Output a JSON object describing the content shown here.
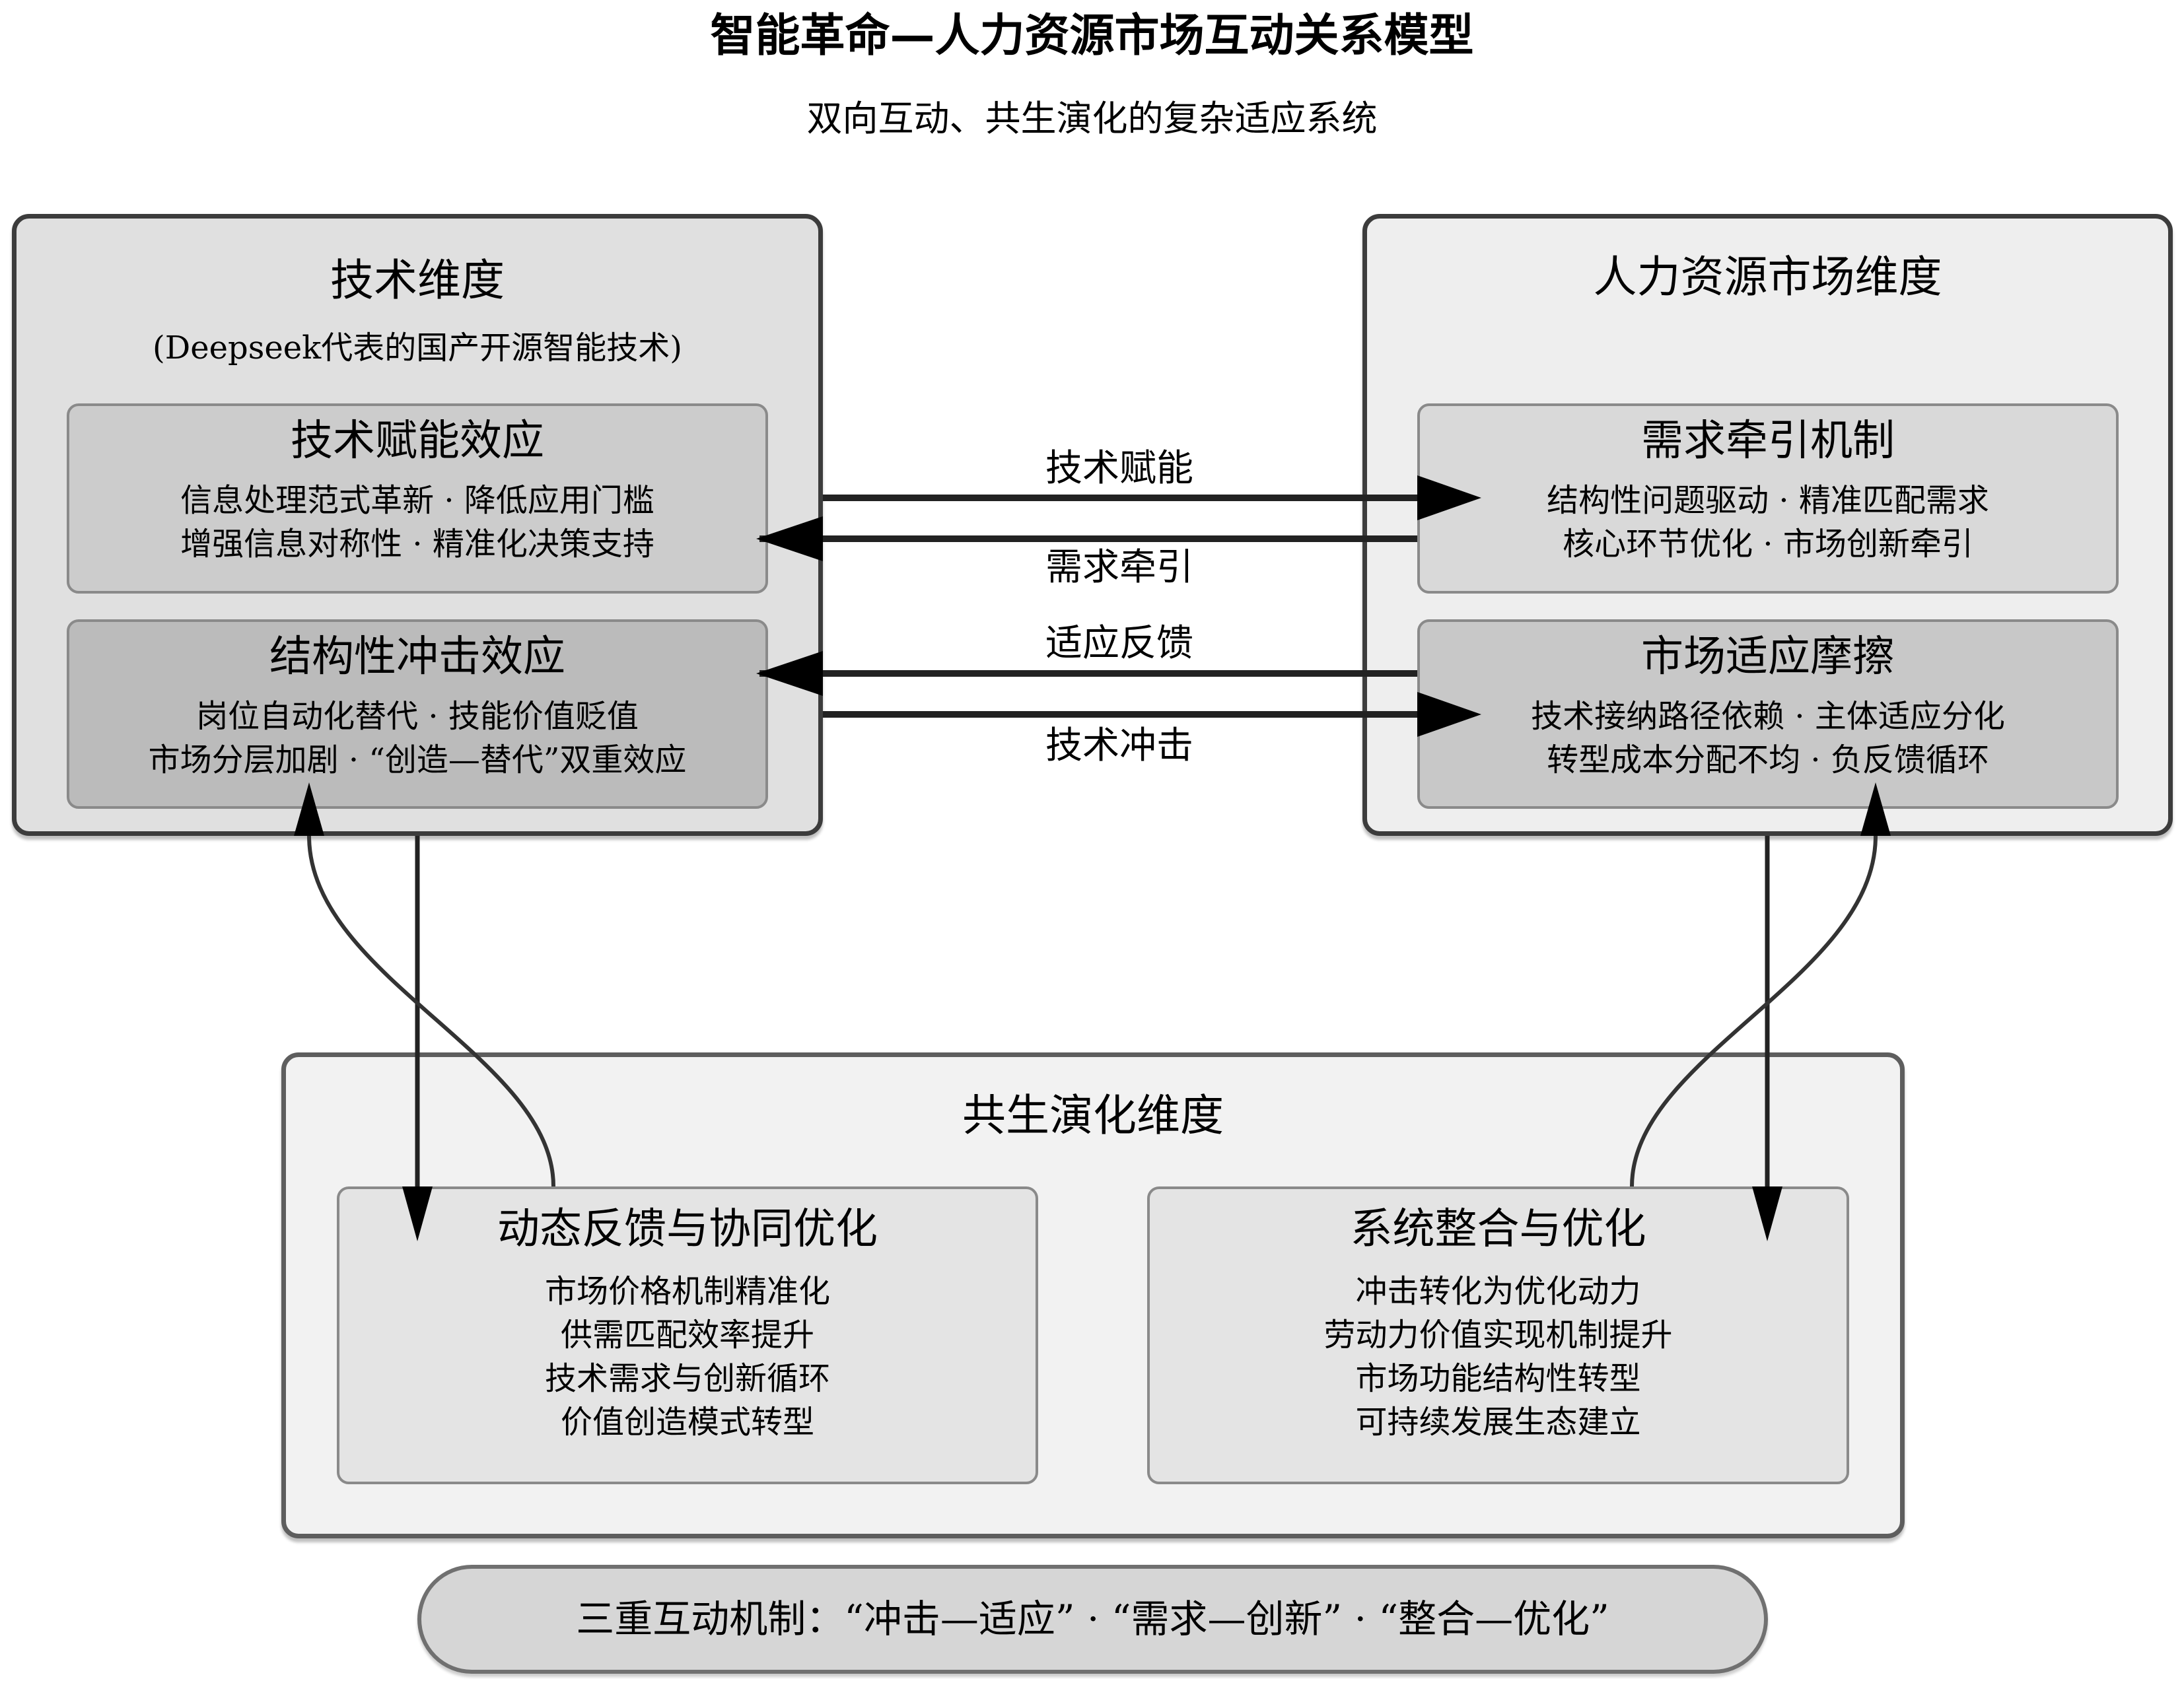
{
  "header": {
    "title": "智能革命—人力资源市场互动关系模型",
    "subtitle": "双向互动、共生演化的复杂适应系统"
  },
  "tech_dimension": {
    "title": "技术维度",
    "subtitle": "(Deepseek代表的国产开源智能技术)",
    "boxes": [
      {
        "title": "技术赋能效应",
        "lines": [
          "信息处理范式革新 · 降低应用门槛",
          "增强信息对称性 · 精准化决策支持"
        ]
      },
      {
        "title": "结构性冲击效应",
        "lines": [
          "岗位自动化替代 · 技能价值贬值",
          "市场分层加剧 · “创造—替代”双重效应"
        ]
      }
    ]
  },
  "hr_dimension": {
    "title": "人力资源市场维度",
    "boxes": [
      {
        "title": "需求牵引机制",
        "lines": [
          "结构性问题驱动 · 精准匹配需求",
          "核心环节优化 · 市场创新牵引"
        ]
      },
      {
        "title": "市场适应摩擦",
        "lines": [
          "技术接纳路径依赖 · 主体适应分化",
          "转型成本分配不均 · 负反馈循环"
        ]
      }
    ]
  },
  "arrows": {
    "labels": [
      "技术赋能",
      "需求牵引",
      "适应反馈",
      "技术冲击"
    ]
  },
  "coevolution_dimension": {
    "title": "共生演化维度",
    "boxes": [
      {
        "title": "动态反馈与协同优化",
        "lines": [
          "市场价格机制精准化",
          "供需匹配效率提升",
          "技术需求与创新循环",
          "价值创造模式转型"
        ]
      },
      {
        "title": "系统整合与优化",
        "lines": [
          "冲击转化为优化动力",
          "劳动力价值实现机制提升",
          "市场功能结构性转型",
          "可持续发展生态建立"
        ]
      }
    ]
  },
  "footer": {
    "mechanism": "三重互动机制：“冲击—适应” · “需求—创新” · “整合—优化”"
  },
  "colors": {
    "tech_outer": "#e0e0e0",
    "tech_inner_1": "#cccccc",
    "tech_inner_2": "#bbbbbb",
    "hr_outer": "#eeeeee",
    "hr_inner_1": "#d9d9d9",
    "hr_inner_2": "#c8c8c8",
    "coevo_outer": "#f2f2f2",
    "coevo_inner": "#e4e4e4",
    "pill": "#d6d6d6"
  }
}
